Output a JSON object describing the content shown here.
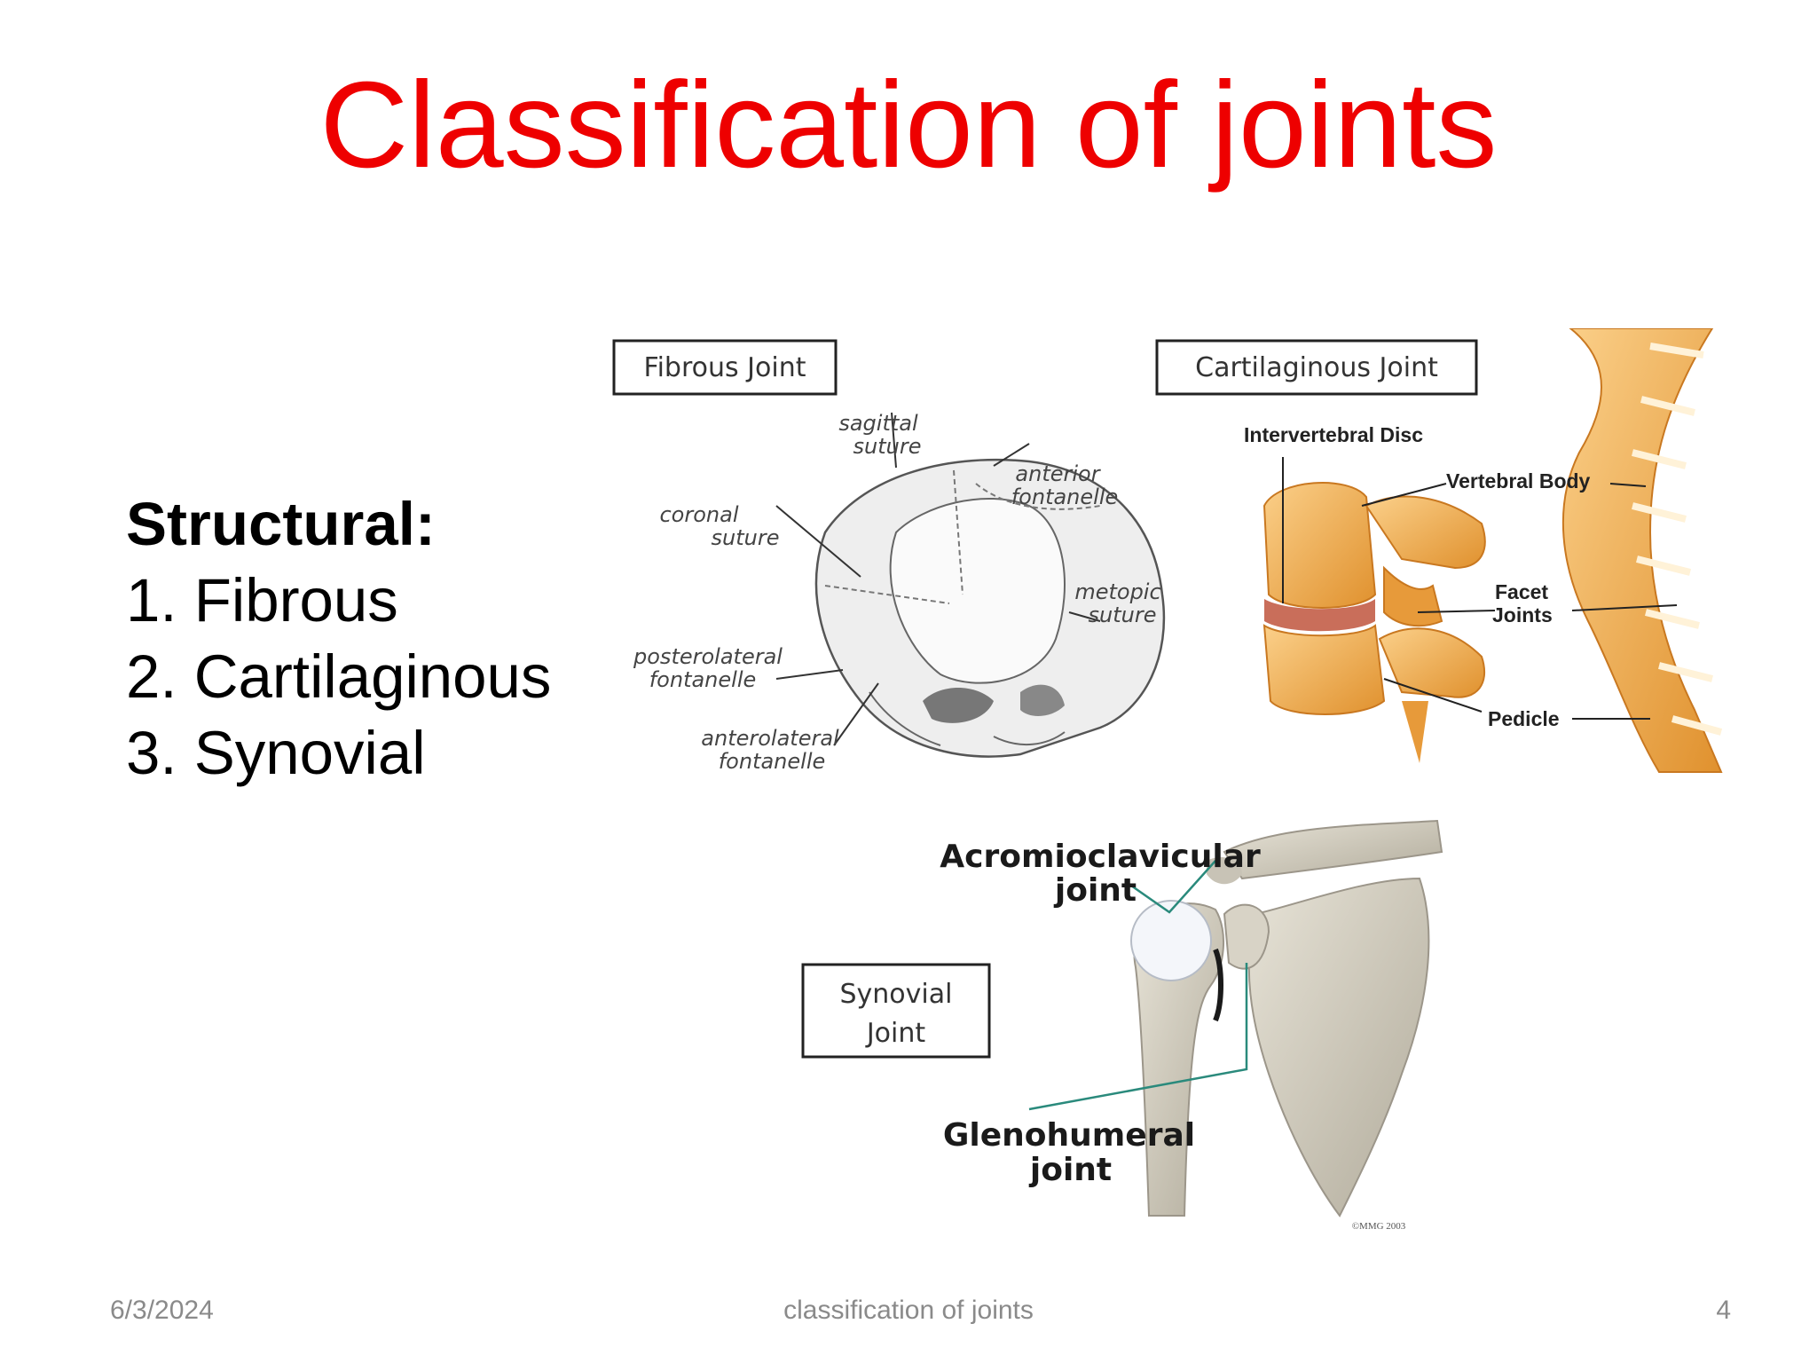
{
  "slide": {
    "title": "Classification of joints",
    "structural_heading": "Structural:",
    "items": [
      "1. Fibrous",
      "2. Cartilaginous",
      "3. Synovial"
    ]
  },
  "figure": {
    "fibrous": {
      "box": "Fibrous Joint",
      "labels": {
        "sagittal_1": "sagittal",
        "sagittal_2": "suture",
        "anterior_1": "anterior",
        "anterior_2": "fontanelle",
        "coronal_1": "coronal",
        "coronal_2": "suture",
        "metopic_1": "metopic",
        "metopic_2": "suture",
        "posterolateral_1": "posterolateral",
        "posterolateral_2": "fontanelle",
        "anterolateral_1": "anterolateral",
        "anterolateral_2": "fontanelle"
      }
    },
    "cartilaginous": {
      "box": "Cartilaginous Joint",
      "labels": {
        "disc": "Intervertebral Disc",
        "body": "Vertebral Body",
        "facet_1": "Facet",
        "facet_2": "Joints",
        "pedicle": "Pedicle"
      }
    },
    "synovial": {
      "box_1": "Synovial",
      "box_2": "Joint",
      "labels": {
        "ac_1": "Acromioclavicular",
        "ac_2": "joint",
        "gh_1": "Glenohumeral",
        "gh_2": "joint",
        "copyright": "©MMG 2003"
      }
    }
  },
  "footer": {
    "date": "6/3/2024",
    "center": "classification of joints",
    "page": "4"
  },
  "colors": {
    "title": "#ee0000",
    "footer": "#8a8a8a",
    "bone_spine": "#f0a640",
    "bone_shoulder": "#cfcabc"
  }
}
